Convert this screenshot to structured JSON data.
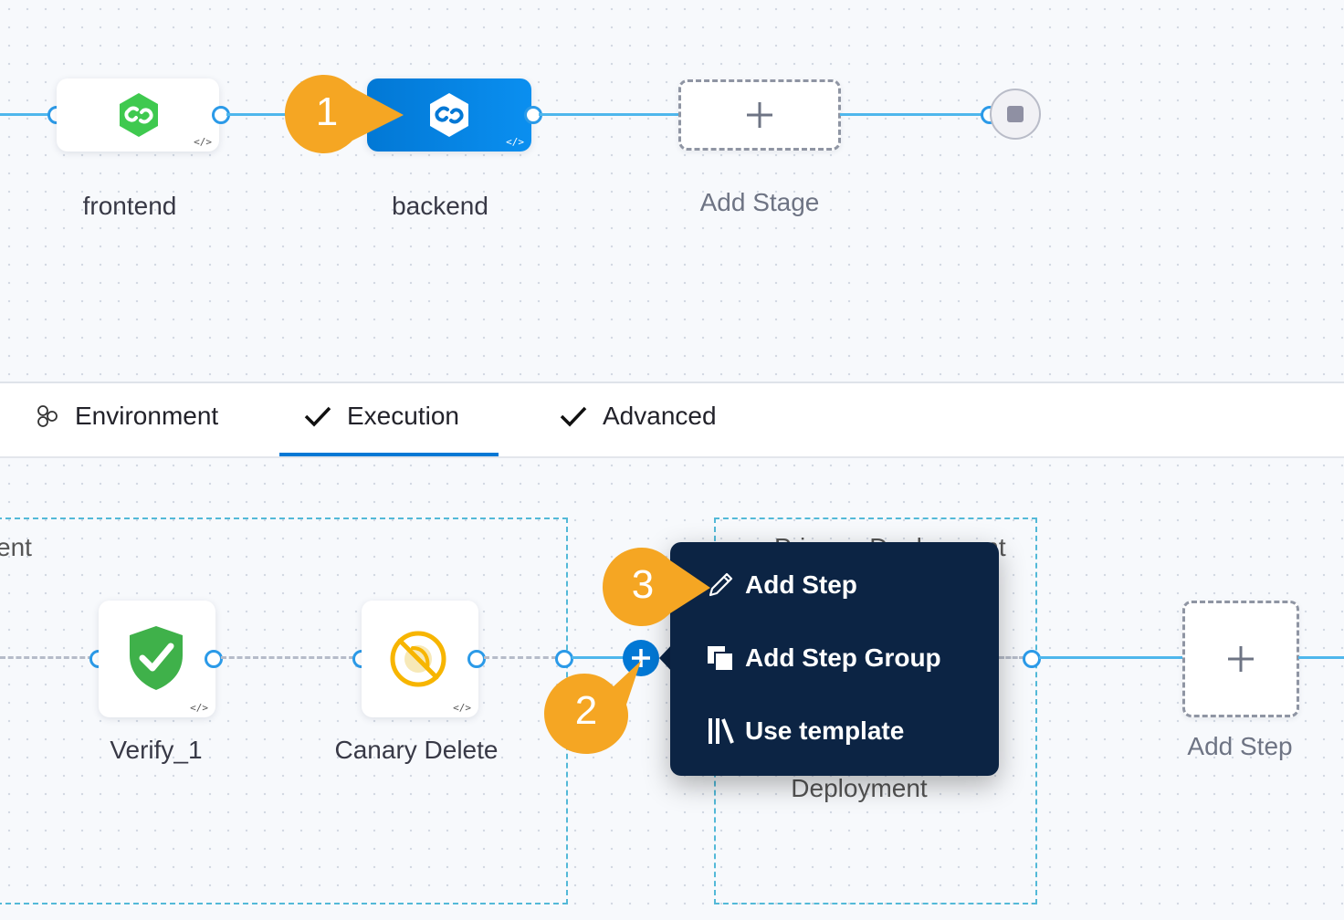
{
  "stages": [
    {
      "name": "frontend"
    },
    {
      "name": "backend"
    }
  ],
  "add_stage_label": "Add Stage",
  "tabs": [
    {
      "label": "Environment",
      "icon": "environment-icon"
    },
    {
      "label": "Execution",
      "icon": "check-icon",
      "active": true
    },
    {
      "label": "Advanced",
      "icon": "check-icon"
    }
  ],
  "execution": {
    "left_group_label": "ent",
    "right_group_label_top": "Primary Deployment",
    "right_group_label_bottom": "Deployment",
    "steps": [
      {
        "name": "Verify_1"
      },
      {
        "name": "Canary Delete"
      }
    ],
    "add_step_label": "Add Step"
  },
  "menu": {
    "items": [
      {
        "label": "Add Step",
        "icon": "pencil-icon"
      },
      {
        "label": "Add Step Group",
        "icon": "step-group-icon"
      },
      {
        "label": "Use template",
        "icon": "library-icon"
      }
    ]
  },
  "callouts": [
    "1",
    "2",
    "3"
  ],
  "colors": {
    "accent": "#0278d5",
    "connector": "#4fb7ec",
    "menu_bg": "#0c2444",
    "callout": "#f5a623"
  }
}
